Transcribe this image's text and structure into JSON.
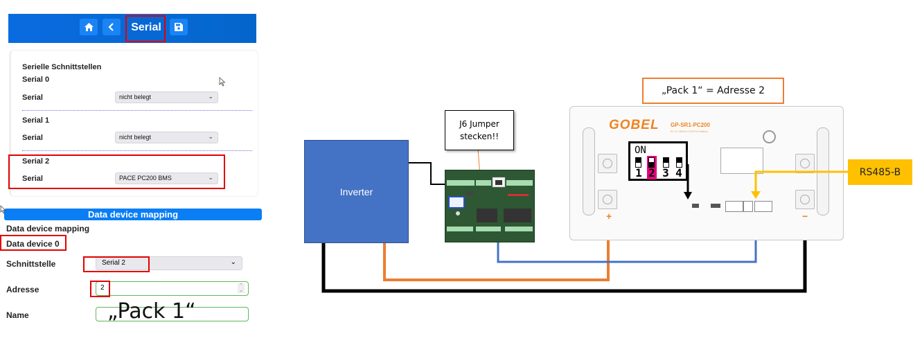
{
  "config_ui": {
    "topbar": {
      "home_icon": "home-icon",
      "back_icon": "chevron-left-icon",
      "title": "Serial",
      "save_icon": "floppy-disk-icon",
      "color": "#0a6be0"
    },
    "serial_card": {
      "heading": "Serielle Schnittstellen",
      "ports": [
        {
          "name": "Serial 0",
          "field_label": "Serial",
          "value": "nicht belegt"
        },
        {
          "name": "Serial 1",
          "field_label": "Serial",
          "value": "nicht belegt"
        },
        {
          "name": "Serial 2",
          "field_label": "Serial",
          "value": "PACE PC200 BMS"
        }
      ]
    },
    "data_device_mapping": {
      "bar_title": "Data device mapping",
      "section_title": "Data device mapping",
      "device_title": "Data device 0",
      "fields": {
        "schnittstelle_label": "Schnittstelle",
        "schnittstelle_value": "Serial 2",
        "adresse_label": "Adresse",
        "adresse_value": "2",
        "name_label": "Name",
        "name_value": ""
      },
      "name_annotation": "„Pack 1“"
    },
    "highlight_color": "#e30000"
  },
  "diagram": {
    "inverter_label": "Inverter",
    "callout_text_line1": "J6 Jumper",
    "callout_text_line2": "stecken!!",
    "pack_label": "„Pack 1“ = Adresse  2",
    "battery": {
      "brand": "GOBEL",
      "model": "GP-SR1-PC200",
      "subtitle": "51.2V 280Ah LiFePO4 Battery",
      "on_off": "ON/OFF",
      "plus": "+",
      "minus": "−",
      "dip_switch": {
        "label": "ON",
        "switches": [
          "1",
          "2",
          "3",
          "4"
        ],
        "highlighted": "2",
        "highlight_color": "#e6007e"
      }
    },
    "rs485_label": "RS485-B",
    "wire_colors": {
      "black": "#000000",
      "orange": "#ed7d31",
      "blue": "#4472c4",
      "yellow": "#ffc000"
    }
  }
}
